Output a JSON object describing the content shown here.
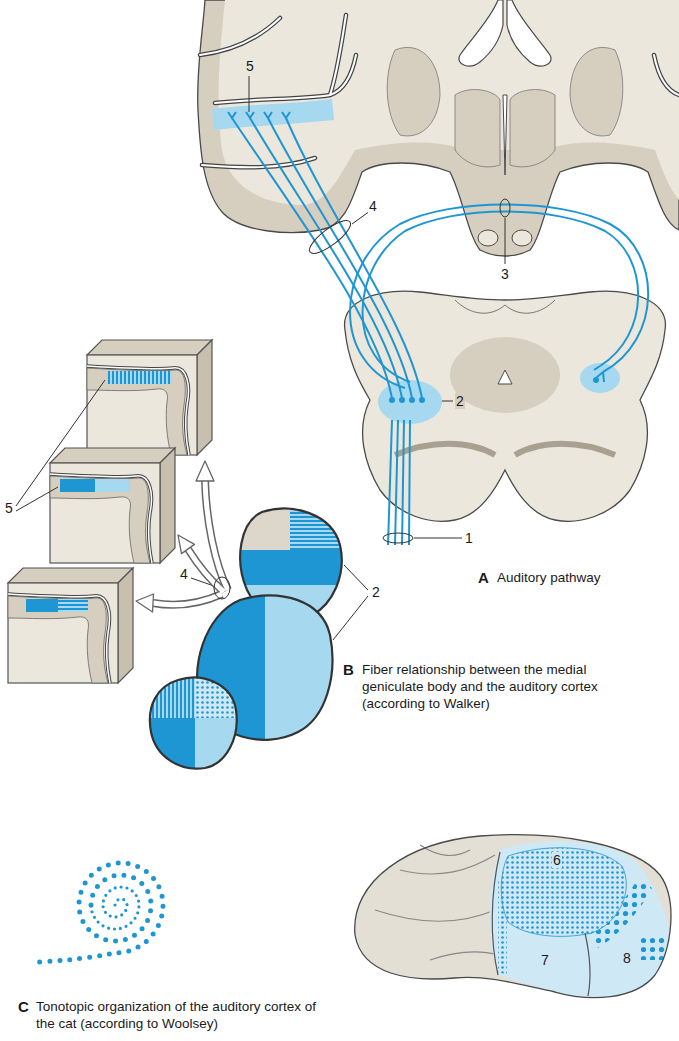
{
  "diagram": {
    "labels": [
      "5",
      "4",
      "3",
      "2",
      "1",
      "A",
      "Auditory pathway",
      "5",
      "2",
      "4",
      "B",
      "Fiber relationship between the medial geniculate body and the auditory cortex (according to Walker)",
      "6",
      "7",
      "8",
      "C",
      "Tonotopic organization of the auditory cortex of the cat (according to Woolsey)"
    ]
  }
}
